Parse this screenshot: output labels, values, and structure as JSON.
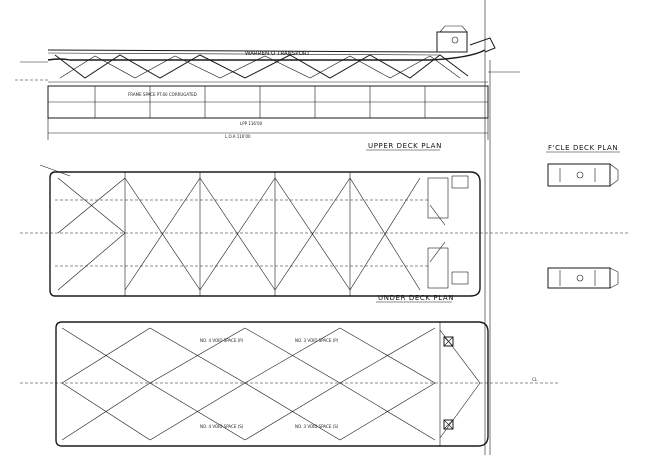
{
  "drawing": {
    "side_profile": {
      "vessel_name": "WARREN O TRANSPORT",
      "bulkhead_note": "FRAME SPACE PT.60 CORRUGATED",
      "length_label": "L.O.A 116'00",
      "dimension_label": "LPP 116'00"
    },
    "upper_deck_plan": {
      "title": "UPPER DECK PLAN"
    },
    "under_deck_plan": {
      "title": "UNDER DECK PLAN"
    },
    "fcle_deck_plan": {
      "title": "F'CLE DECK PLAN"
    },
    "hull_plan": {
      "void_labels": [
        "NO. 4 VOID SPACE (P)",
        "NO. 3 VOID SPACE (P)",
        "NO. 4 VOID SPACE (S)",
        "NO. 3 VOID SPACE (S)"
      ]
    },
    "centerline_mark": "CL"
  }
}
